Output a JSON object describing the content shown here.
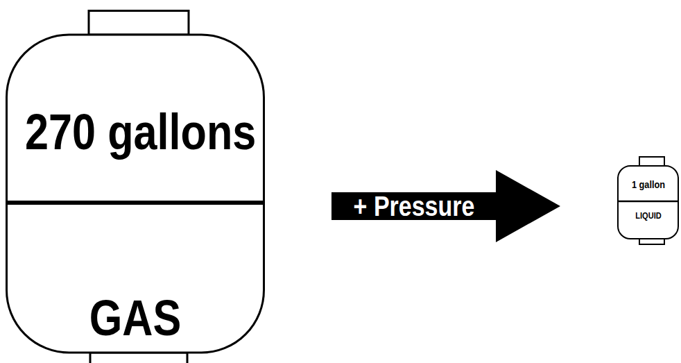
{
  "diagram": {
    "nodes": [
      {
        "text": [
          "270 gallons",
          "GAS"
        ]
      },
      {
        "text": [
          "1 gallon",
          "LIQUID"
        ]
      }
    ],
    "edges": [
      {
        "from": 0,
        "to": 1,
        "label": "+ Pressure",
        "arrow": "to"
      }
    ]
  }
}
